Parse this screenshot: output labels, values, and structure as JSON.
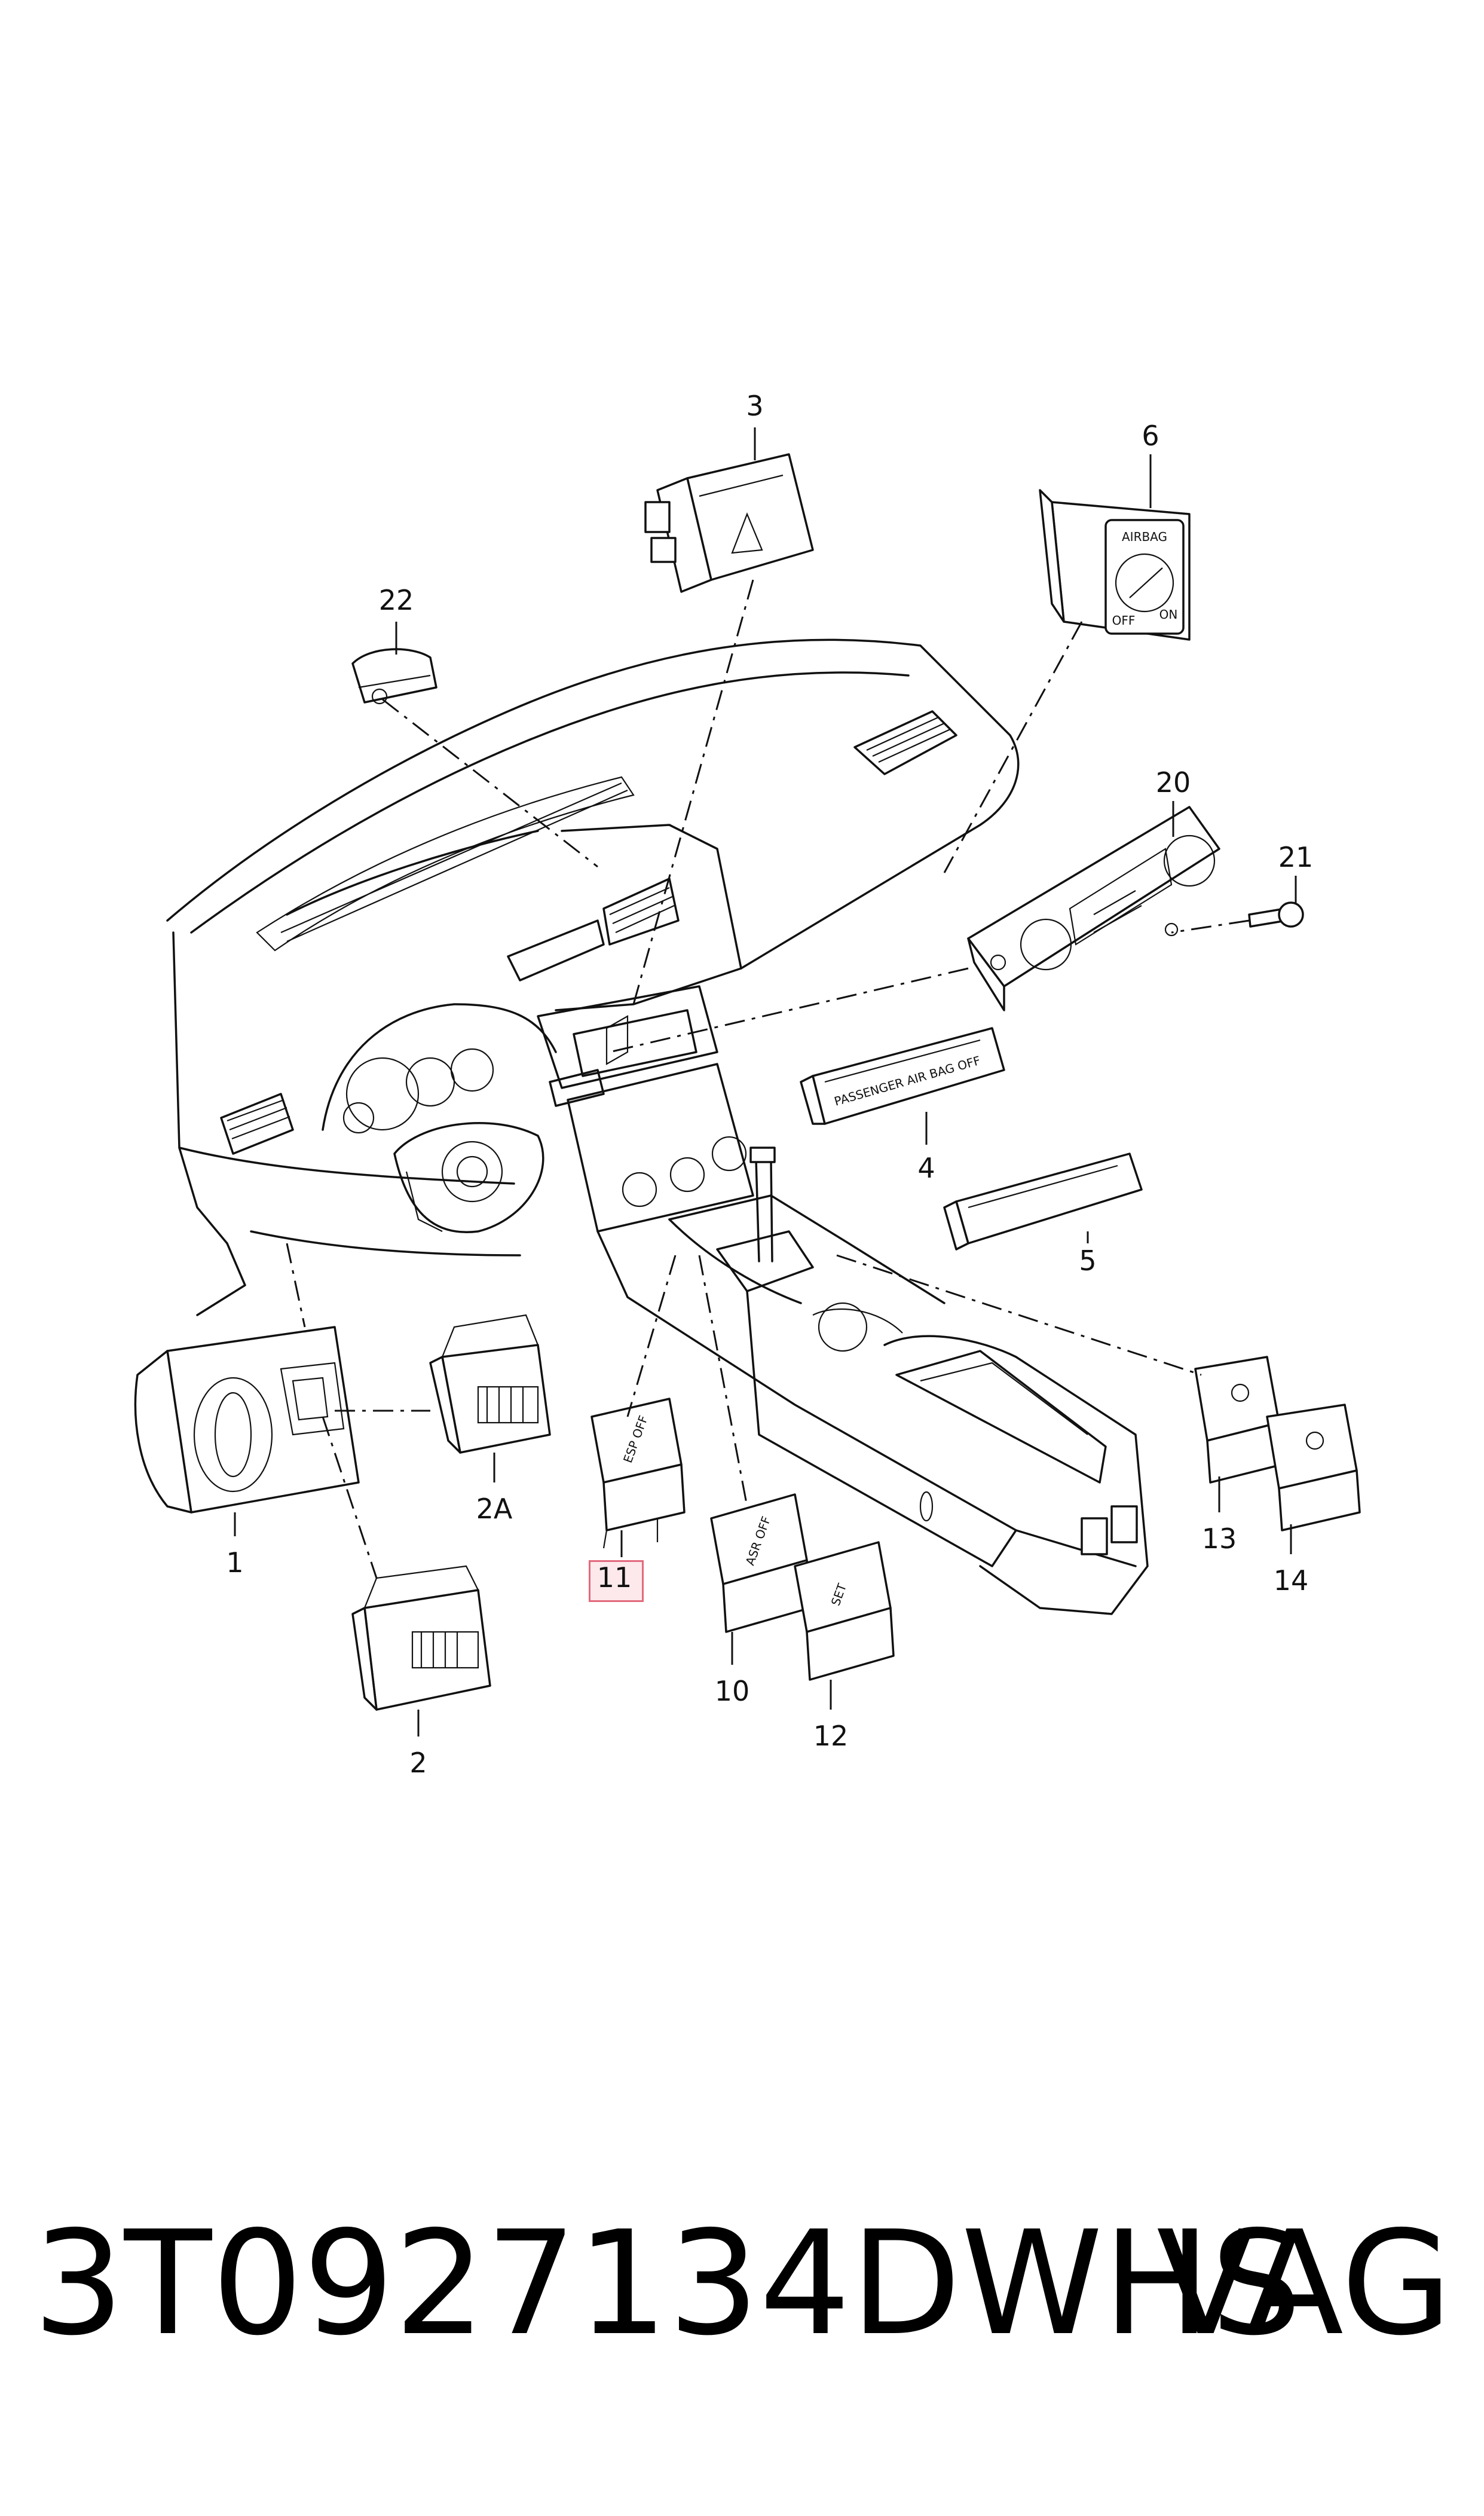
{
  "callouts": {
    "c1": "1",
    "c2": "2",
    "c2a": "2A",
    "c3": "3",
    "c4": "4",
    "c5": "5",
    "c6": "6",
    "c10": "10",
    "c11": "11",
    "c12": "12",
    "c13": "13",
    "c14": "14",
    "c20": "20",
    "c21": "21",
    "c22": "22"
  },
  "part_markings": {
    "airbag": "AIRBAG",
    "off": "OFF",
    "on": "ON",
    "esp": "ESP\nOFF",
    "asr": "ASR\nOFF",
    "set": "SET",
    "passenger_airbag": "PASSENGER AIR BAG OFF"
  },
  "footer": {
    "part_number": "3T0927134DWHS",
    "brand": "VAG"
  },
  "colors": {
    "highlight_border": "#e26a7c",
    "highlight_fill": "#fde9ec",
    "line": "#111111"
  }
}
